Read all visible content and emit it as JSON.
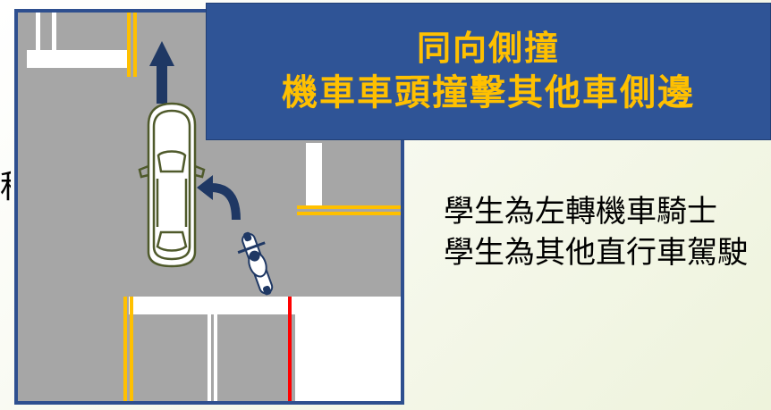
{
  "side_text": "程",
  "title": {
    "line1": "同向側撞",
    "line2": "機車車頭撞擊其他車側邊"
  },
  "descriptions": [
    "學生為左轉機車騎士",
    "學生為其他直行車駕駛"
  ],
  "colors": {
    "title_background": "#2f5496",
    "title_text": "#ffc000",
    "diagram_border": "#2e4f8f",
    "road": "#a6a6a6",
    "yellow_line": "#ffc000",
    "red_line": "#ff0000",
    "arrow": "#1f3864",
    "car": "#4f5a2b"
  },
  "icons": {
    "straight_arrow": "arrow-up-icon",
    "turn_arrow": "curved-left-arrow-icon",
    "car": "car-icon",
    "motorcycle": "motorcycle-icon"
  }
}
